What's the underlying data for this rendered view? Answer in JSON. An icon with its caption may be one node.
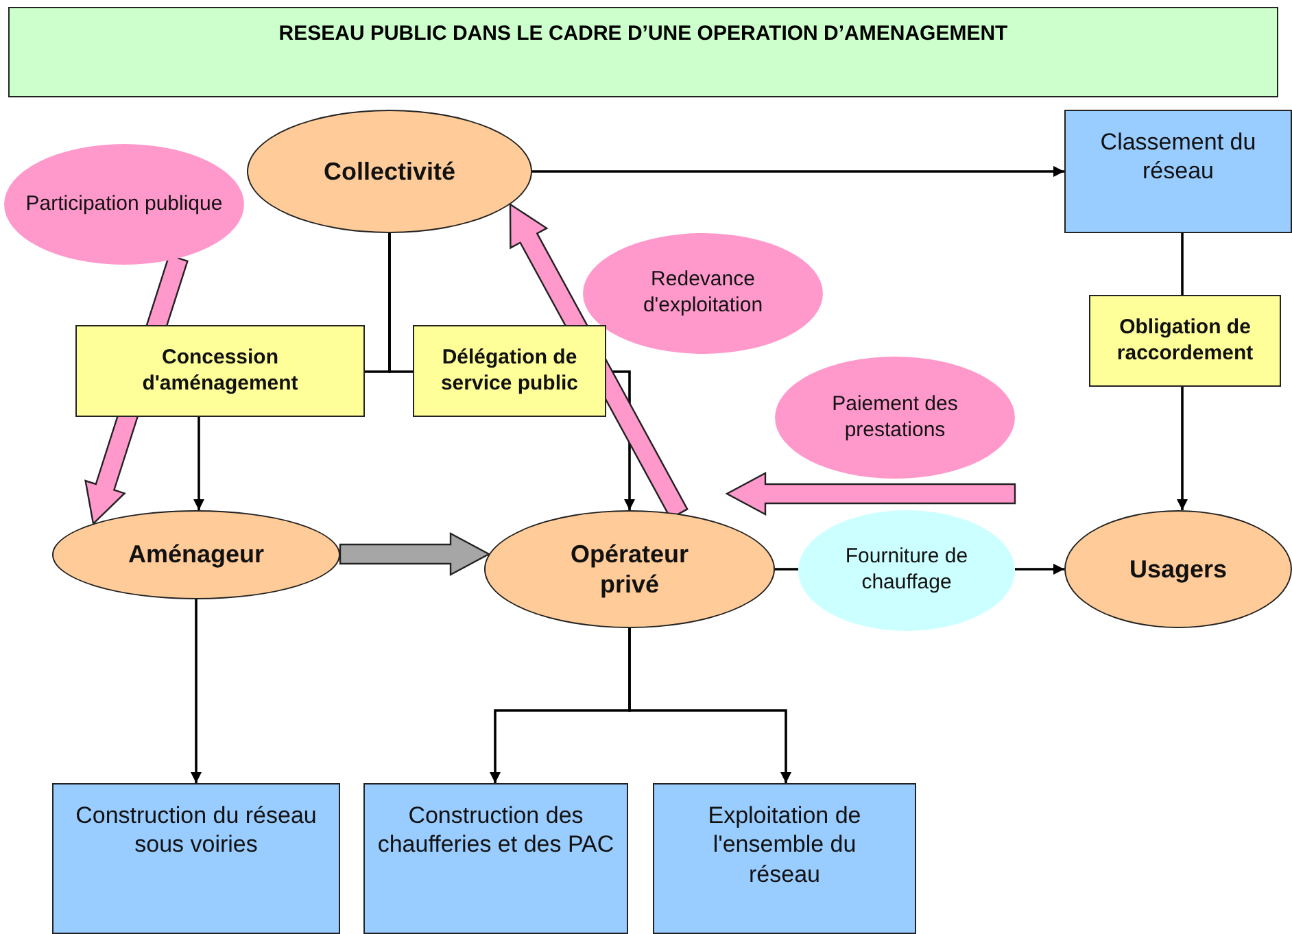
{
  "diagram": {
    "title": "RESEAU PUBLIC DANS LE CADRE D’UNE OPERATION D’AMENAGEMENT",
    "nodes": [
      {
        "text": [
          "Collectivité"
        ]
      },
      {
        "text": [
          "Participation publique"
        ]
      },
      {
        "text": [
          "Classement du réseau"
        ]
      },
      {
        "text": [
          "Redevance d'exploitation"
        ]
      },
      {
        "text": [
          "Concession d'aménagement"
        ]
      },
      {
        "text": [
          "Délégation de service public"
        ]
      },
      {
        "text": [
          "Obligation de raccordement"
        ]
      },
      {
        "text": [
          "Paiement des prestations"
        ]
      },
      {
        "text": [
          "Aménageur"
        ]
      },
      {
        "text": [
          "Opérateur privé"
        ]
      },
      {
        "text": [
          "Fourniture de chauffage"
        ]
      },
      {
        "text": [
          "Usagers"
        ]
      },
      {
        "text": [
          "Construction du réseau sous voiries"
        ]
      },
      {
        "text": [
          "Construction des chaufferies et des PAC"
        ]
      },
      {
        "text": [
          "Exploitation de l'ensemble du réseau"
        ]
      }
    ],
    "edges": [
      {
        "from": 0,
        "to": 2,
        "arrow": "to"
      },
      {
        "from": 0,
        "to": 4,
        "arrow": "none"
      },
      {
        "from": 0,
        "to": 5,
        "arrow": "none"
      },
      {
        "from": 4,
        "to": 8,
        "arrow": "to"
      },
      {
        "from": 5,
        "to": 9,
        "arrow": "to"
      },
      {
        "from": 2,
        "to": 6,
        "arrow": "none"
      },
      {
        "from": 6,
        "to": 11,
        "arrow": "to"
      },
      {
        "from": 9,
        "to": 10,
        "arrow": "none"
      },
      {
        "from": 10,
        "to": 11,
        "arrow": "to"
      },
      {
        "from": 8,
        "to": 12,
        "arrow": "to"
      },
      {
        "from": 9,
        "to": 13,
        "arrow": "to"
      },
      {
        "from": 9,
        "to": 14,
        "arrow": "to"
      },
      {
        "from": 8,
        "to": 9,
        "arrow": "to",
        "style": "thick",
        "color": "#a6a6a6"
      },
      {
        "from": 1,
        "to": 8,
        "arrow": "to",
        "style": "thick",
        "color": "#ff99cc"
      },
      {
        "from": 9,
        "to": 0,
        "arrow": "to",
        "style": "thick",
        "color": "#ff99cc"
      },
      {
        "from": null,
        "to": 9,
        "arrow": "to",
        "style": "thick",
        "color": "#ff99cc"
      }
    ]
  }
}
